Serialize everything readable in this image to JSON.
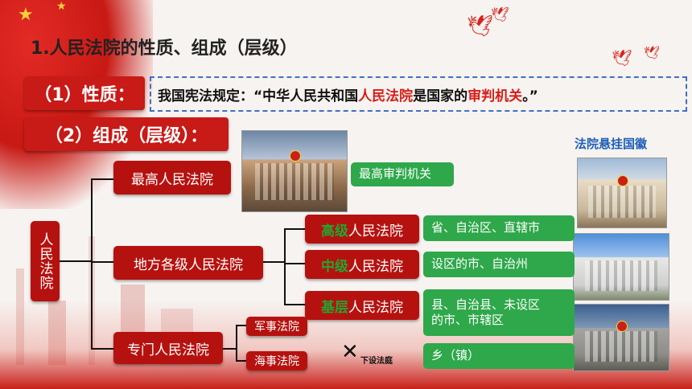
{
  "title": "1.人民法院的性质、组成（层级）",
  "nature": {
    "label": "（1）性质：",
    "sentence_prefix": "我国宪法规定：“中华人民共和国",
    "sentence_red1": "人民法院",
    "sentence_mid": "是国家的",
    "sentence_red2": "审判机关",
    "sentence_suffix": "。”"
  },
  "composition": {
    "label": "（2）组成（层级）："
  },
  "tree": {
    "root": "人民法院",
    "supreme": {
      "name": "最高人民法院",
      "desc": "最高审判机关"
    },
    "local": {
      "name": "地方各级人民法院",
      "high": {
        "prefix": "高级",
        "suffix": "人民法院",
        "desc": "省、自治区、直辖市"
      },
      "middle": {
        "prefix": "中级",
        "suffix": "人民法院",
        "desc": "设区的市、自治州"
      },
      "basic": {
        "prefix": "基层",
        "suffix": "人民法院",
        "desc_line1": "县、自治县、未设区",
        "desc_line2": "的市、市辖区"
      },
      "township": {
        "desc": "乡（镇）"
      }
    },
    "special": {
      "name": "专门人民法院",
      "military": "军事法院",
      "maritime": "海事法院"
    }
  },
  "cross_note": "下设法庭",
  "photos_caption": "法院悬挂国徽",
  "colors": {
    "red": "#b5120f",
    "green": "#2ea84a",
    "dash": "#3f6fc9",
    "highlight": "#d51d18"
  }
}
